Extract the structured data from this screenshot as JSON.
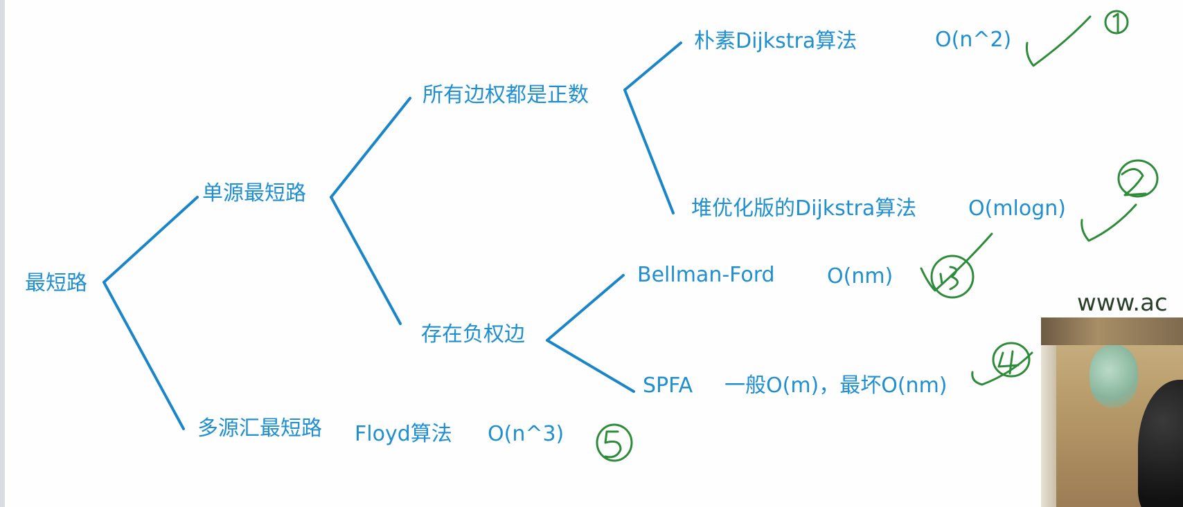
{
  "diagram": {
    "root": "最短路",
    "single_source": "单源最短路",
    "all_positive": "所有边权都是正数",
    "naive_dijkstra": "朴素Dijkstra算法",
    "naive_dijkstra_complexity": "O(n^2)",
    "heap_dijkstra": "堆优化版的Dijkstra算法",
    "heap_dijkstra_complexity": "O(mlogn)",
    "negative_edges": "存在负权边",
    "bellman_ford": "Bellman-Ford",
    "bellman_ford_complexity": "O(nm)",
    "spfa": "SPFA",
    "spfa_complexity": "一般O(m)，最坏O(nm)",
    "multi_source": "多源汇最短路",
    "floyd": "Floyd算法",
    "floyd_complexity": "O(n^3)"
  },
  "watermark": "www.ac",
  "colors": {
    "text": "#1f8fd0",
    "line": "#1a86c8",
    "annotation": "#2e8b3a"
  }
}
